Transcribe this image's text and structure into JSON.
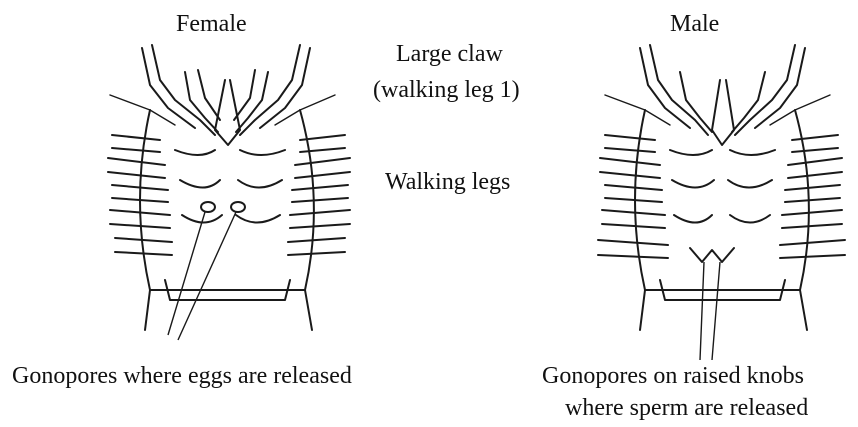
{
  "labels": {
    "female": "Female",
    "male": "Male",
    "large_claw_line1": "Large claw",
    "large_claw_line2": "(walking leg 1)",
    "walking_legs": "Walking legs",
    "female_gonopores": "Gonopores where eggs are released",
    "male_gonopores_line1": "Gonopores on raised knobs",
    "male_gonopores_line2": "where sperm are released"
  },
  "colors": {
    "ink": "#1a1a1a",
    "background": "#ffffff"
  }
}
